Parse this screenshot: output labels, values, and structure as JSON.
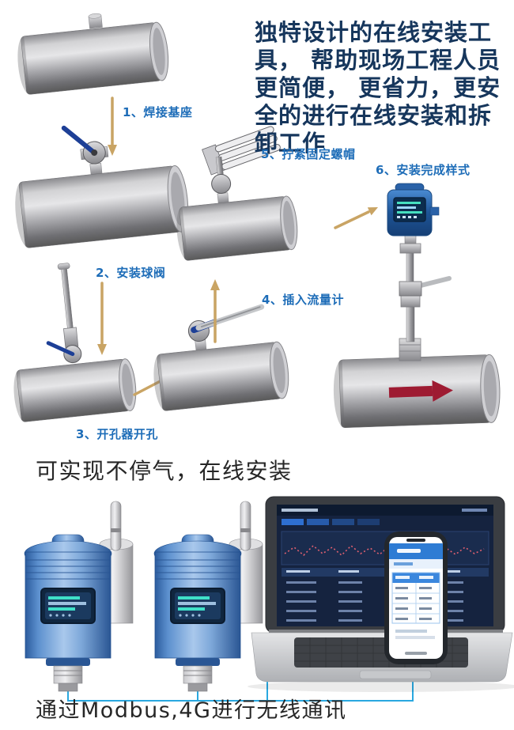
{
  "intro": {
    "text": "独特设计的在线安装工\n具， 帮助现场工程人员\n更简便， 更省力，更安\n全的进行在线安装和拆\n卸工作"
  },
  "steps": [
    {
      "label": "1、焊接基座"
    },
    {
      "label": "2、安装球阀"
    },
    {
      "label": "3、开孔器开孔"
    },
    {
      "label": "4、插入流量计"
    },
    {
      "label": "5、拧紧固定螺帽"
    },
    {
      "label": "6、安装完成样式"
    }
  ],
  "captions": {
    "middle": "可实现不停气，在线安装",
    "bottom": "通过Modbus,4G进行无线通讯"
  },
  "colors": {
    "intro_text": "#16365c",
    "step_label": "#1e6db8",
    "arrow": "#c9a464",
    "caption_text": "#262626",
    "flow_arrow": "#9e1b32",
    "device_blue": "#3b74b8",
    "link_line": "#29a8e0",
    "laptop_screen_navy": "#15233f",
    "phone_accent": "#2e7cd4"
  }
}
